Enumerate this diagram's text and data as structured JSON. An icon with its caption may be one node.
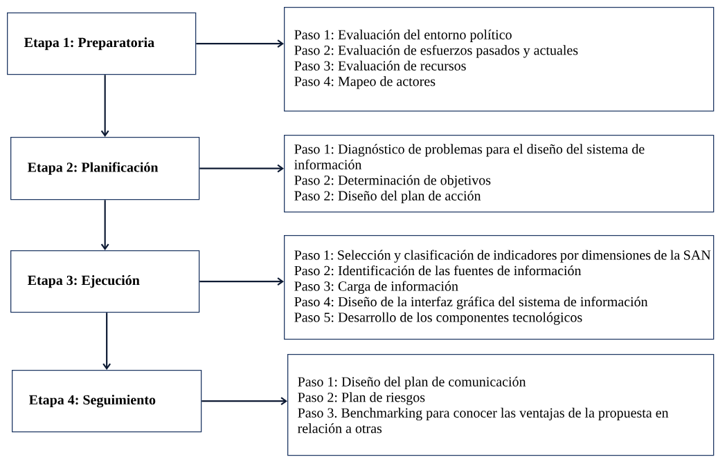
{
  "diagram": {
    "nodes": [
      {
        "text": [
          "Etapa 1: Preparatoria"
        ]
      },
      {
        "text": [
          "Paso 1: Evaluación del entorno político",
          "Paso 2: Evaluación de esfuerzos pasados y actuales",
          "Paso 3: Evaluación de recursos",
          "Paso 4: Mapeo de actores"
        ]
      },
      {
        "text": [
          "Etapa 2: Planificación"
        ]
      },
      {
        "text": [
          "Paso 1: Diagnóstico de problemas para el diseño del sistema de información",
          "Paso 2: Determinación de objetivos",
          "Paso 2: Diseño del plan de acción"
        ]
      },
      {
        "text": [
          "Etapa 3: Ejecución"
        ]
      },
      {
        "text": [
          "Paso 1: Selección y clasificación de indicadores por dimensiones de la SAN",
          "Paso 2: Identificación de las fuentes de información",
          "Paso 3: Carga de información",
          "Paso 4: Diseño de la interfaz gráfica del sistema de información",
          "Paso 5: Desarrollo de los componentes tecnológicos"
        ]
      },
      {
        "text": [
          "Etapa 4: Seguimiento"
        ]
      },
      {
        "text": [
          "Paso 1: Diseño del plan de comunicación",
          "Paso 2: Plan de riesgos",
          "Paso 3. Benchmarking para conocer las ventajas de la propuesta en relación a otras"
        ]
      }
    ],
    "edges": [
      {
        "from": 0,
        "to": 1,
        "arrow": "to"
      },
      {
        "from": 0,
        "to": 2,
        "arrow": "to"
      },
      {
        "from": 2,
        "to": 3,
        "arrow": "to"
      },
      {
        "from": 2,
        "to": 4,
        "arrow": "to"
      },
      {
        "from": 4,
        "to": 5,
        "arrow": "to"
      },
      {
        "from": 4,
        "to": 6,
        "arrow": "to"
      },
      {
        "from": 6,
        "to": 7,
        "arrow": "to"
      }
    ]
  }
}
